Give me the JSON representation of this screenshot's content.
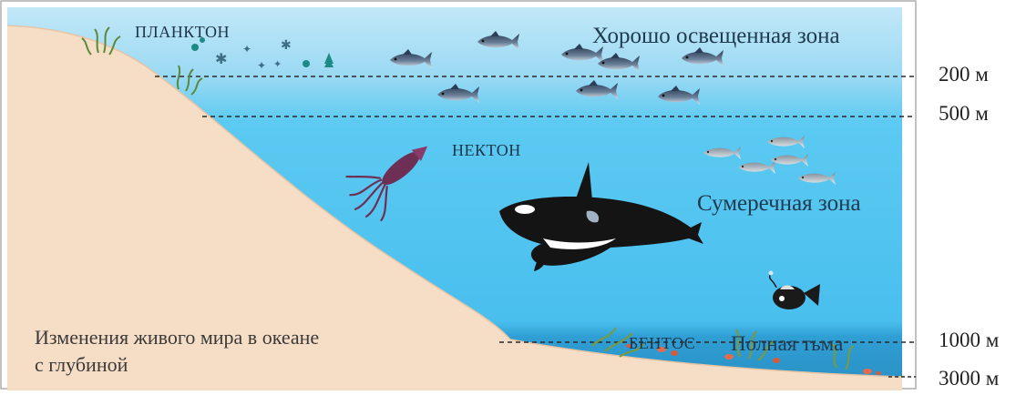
{
  "title": {
    "line1": "Изменения живого мира в океане",
    "line2": "с глубиной"
  },
  "zones": {
    "well_lit": "Хорошо освещенная зона",
    "twilight": "Сумеречная зона",
    "darkness": "Полная тьма"
  },
  "groups": {
    "plankton": "ПЛАНКТОН",
    "nekton": "НЕКТОН",
    "benthos": "БЕНТОС"
  },
  "depths": {
    "d200": "200 м",
    "d500": "500 м",
    "d1000": "1000 м",
    "d3000": "3000 м"
  },
  "organisms": [
    "plankton",
    "seaweed",
    "tuna",
    "squid",
    "orca",
    "fish-school",
    "anglerfish",
    "benthic-plants"
  ],
  "colors": {
    "surface_water": "#b9e3f6",
    "mid_water": "#4dc3ee",
    "deep_water": "#2a98cc",
    "seabed": "#f5dcc3",
    "frame": "#9a9a9a"
  }
}
